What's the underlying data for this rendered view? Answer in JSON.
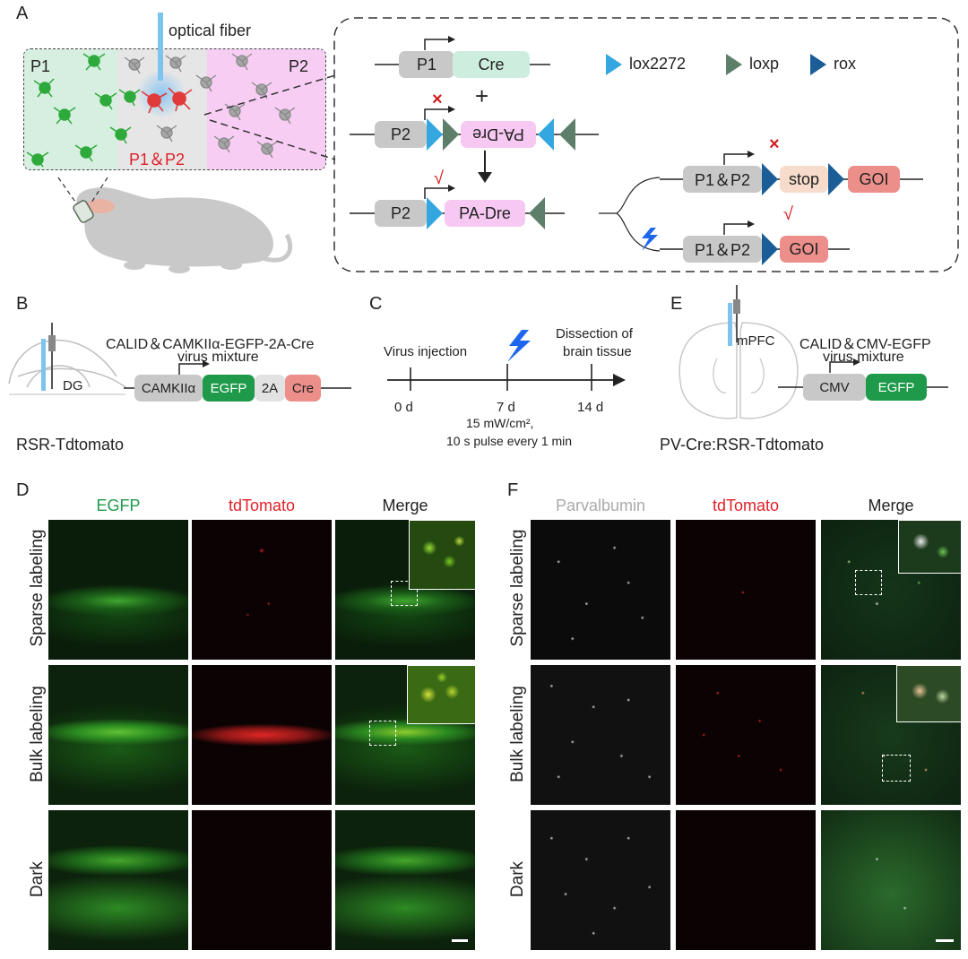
{
  "panels": {
    "A": "A",
    "B": "B",
    "C": "C",
    "D": "D",
    "E": "E",
    "F": "F"
  },
  "panelA": {
    "optical_fiber": "optical fiber",
    "p1": "P1",
    "p2": "P2",
    "p1p2": "P1＆P2",
    "legend": {
      "lox2272": "lox2272",
      "loxp": "loxp",
      "rox": "rox"
    },
    "p1_label": "P1",
    "cre": "Cre",
    "plus": "+",
    "p2_label": "P2",
    "pa_dre_inverted": "PA-Dre",
    "pa_dre": "PA-Dre",
    "cross": "×",
    "check": "√",
    "stop": "stop",
    "goi": "GOI",
    "p1p2_box": "P1＆P2"
  },
  "panelB": {
    "title_line1": "CALID＆CAMKIIα-EGFP-2A-Cre",
    "title_line2": "virus mixture",
    "dg": "DG",
    "camkii": "CAMKIIα",
    "egfp": "EGFP",
    "twoa": "2A",
    "cre": "Cre",
    "mouse_line": "RSR-Tdtomato"
  },
  "panelC": {
    "virus_injection": "Virus injection",
    "dissection_line1": "Dissection of",
    "dissection_line2": "brain tissue",
    "t0": "0 d",
    "t7": "7 d",
    "t14": "14 d",
    "light_line1": "15 mW/cm²,",
    "light_line2": "10 s pulse every 1 min"
  },
  "panelE": {
    "mpfc": "mPFC",
    "title_line1": "CALID＆CMV-EGFP",
    "title_line2": "virus mixture",
    "cmv": "CMV",
    "egfp": "EGFP",
    "mouse_line": "PV-Cre:RSR-Tdtomato"
  },
  "panelD": {
    "columns": [
      "EGFP",
      "tdTomato",
      "Merge"
    ],
    "rows": [
      "Sparse labeling",
      "Bulk labeling",
      "Dark"
    ]
  },
  "panelF": {
    "columns": [
      "Parvalbumin",
      "tdTomato",
      "Merge"
    ],
    "rows": [
      "Sparse labeling",
      "Bulk labeling",
      "Dark"
    ]
  },
  "colors": {
    "egfp_label": "#1e9a4a",
    "tdtomato_label": "#e0202a",
    "parvalbumin_label": "#aaaaaa",
    "lox2272": "#35a7e0",
    "loxp": "#5d7f6a",
    "rox": "#1a5d97",
    "p1_region": "#d6efe0",
    "p2_region": "#f7cdf4"
  }
}
